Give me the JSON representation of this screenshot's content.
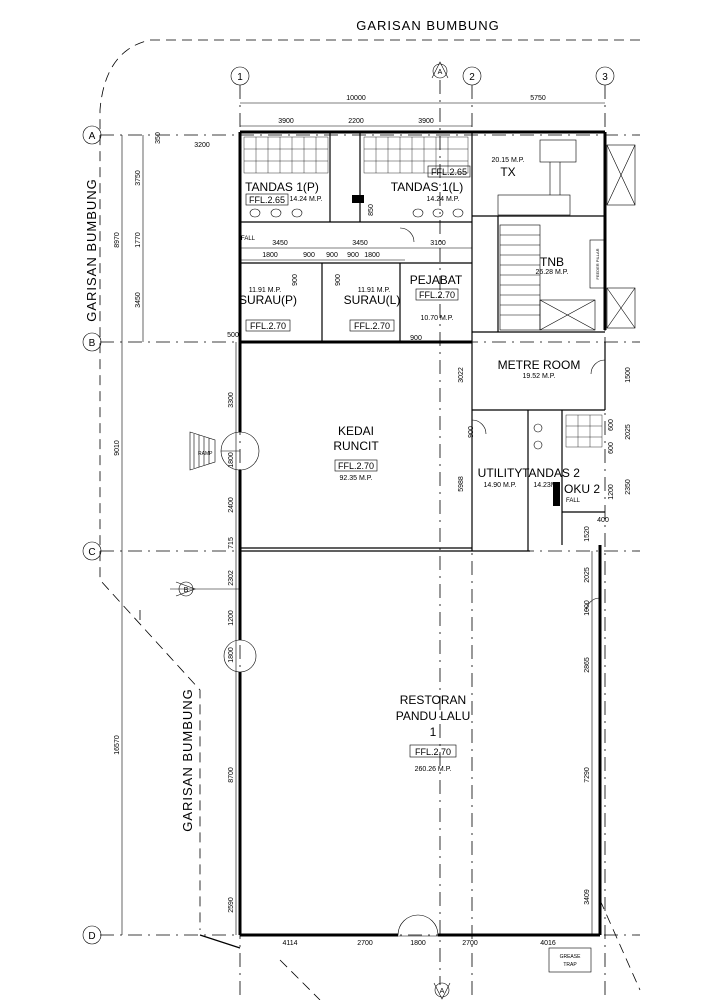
{
  "roof_labels": {
    "top": "GARISAN BUMBUNG",
    "left_upper": "GARISAN BUMBUNG",
    "left_lower": "GARISAN BUMBUNG"
  },
  "grid": {
    "columns": [
      "1",
      "2",
      "3"
    ],
    "rows": [
      "A",
      "B",
      "C",
      "D"
    ],
    "section_markers": [
      "A",
      "B",
      "A"
    ]
  },
  "dimensions": {
    "top": [
      "10000",
      "5750",
      "3900",
      "2200",
      "3900",
      "3200",
      "350"
    ],
    "row2": [
      "3450",
      "3450",
      "3100"
    ],
    "row3": [
      "1800",
      "900",
      "900",
      "900",
      "1800"
    ],
    "left_outer": [
      "8970",
      "9010",
      "16570"
    ],
    "left_inner": [
      "3750",
      "1770",
      "3450"
    ],
    "left_lower": [
      "3300",
      "1800",
      "2400",
      "715",
      "2302",
      "1200",
      "1800",
      "8700",
      "2590",
      "500"
    ],
    "right": [
      "3022",
      "5988",
      "1500",
      "2025",
      "600",
      "600",
      "1200",
      "2350",
      "400",
      "1520",
      "2025",
      "1000",
      "2865",
      "7290",
      "3409"
    ],
    "bottom": [
      "4114",
      "2700",
      "1800",
      "2700",
      "4016"
    ],
    "misc": [
      "850",
      "900",
      "900",
      "900",
      "900"
    ]
  },
  "rooms": [
    {
      "name": "TANDAS 1(P)",
      "area": "14.24 M.P.",
      "ffl": "FFL.2.65"
    },
    {
      "name": "TANDAS 1(L)",
      "area": "14.24 M.P.",
      "ffl": "FFL.2.65"
    },
    {
      "name": "TX",
      "area": "20.15 M.P."
    },
    {
      "name": "TNB",
      "area": "26.28 M.P."
    },
    {
      "name": "SURAU(P)",
      "area": "11.91 M.P.",
      "ffl": "FFL.2.70"
    },
    {
      "name": "SURAU(L)",
      "area": "11.91 M.P.",
      "ffl": "FFL.2.70"
    },
    {
      "name": "PEJABAT",
      "area": "10.70 M.P.",
      "ffl": "FFL.2.70"
    },
    {
      "name": "METRE ROOM",
      "area": "19.52 M.P."
    },
    {
      "name_line1": "KEDAI",
      "name_line2": "RUNCIT",
      "area": "92.35 M.P.",
      "ffl": "FFL.2.70"
    },
    {
      "name": "UTILITY",
      "area": "14.90 M.P."
    },
    {
      "name": "TANDAS 2",
      "area": "14.23M"
    },
    {
      "name": "OKU 2"
    },
    {
      "name_line1": "RESTORAN",
      "name_line2": "PANDU LALU",
      "name_line3": "1",
      "area": "260.26 M.P.",
      "ffl": "FFL.2.70"
    }
  ],
  "notes": {
    "fall": "FALL",
    "ramp": "RAMP",
    "feeder": "FEEDER PILLAR",
    "grease1": "GREASE",
    "grease2": "TRAP"
  }
}
